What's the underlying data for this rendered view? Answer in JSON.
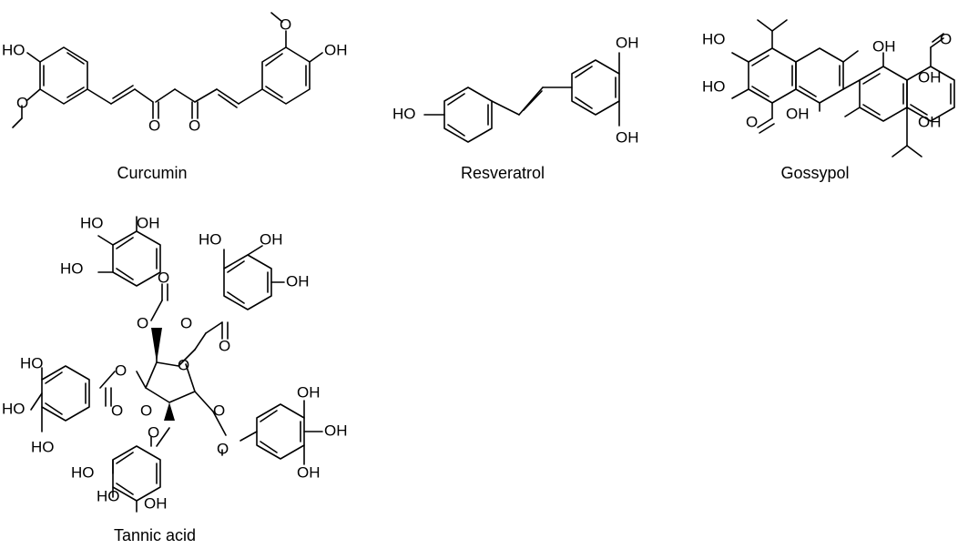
{
  "molecules": [
    {
      "name": "Curcumin",
      "labels": [
        "HO",
        "O",
        "O",
        "O",
        "O",
        "OH"
      ]
    },
    {
      "name": "Resveratrol",
      "labels": [
        "HO",
        "OH",
        "OH"
      ]
    },
    {
      "name": "Gossypol",
      "labels": [
        "HO",
        "HO",
        "O",
        "OH",
        "OH",
        "OH",
        "OH",
        "O"
      ]
    },
    {
      "name": "Tannic acid",
      "labels": [
        "HO",
        "OH",
        "HO",
        "HO",
        "OH",
        "OH",
        "O",
        "O",
        "O",
        "O",
        "O",
        "O",
        "O",
        "O",
        "O",
        "O",
        "O",
        "HO",
        "HO",
        "HO",
        "OH",
        "OH",
        "OH",
        "HO",
        "HO",
        "OH"
      ]
    }
  ]
}
